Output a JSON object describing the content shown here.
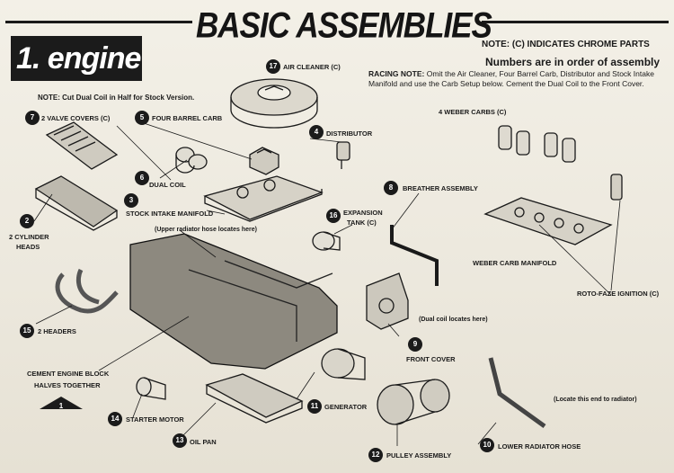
{
  "header": {
    "title": "BASIC ASSEMBLIES",
    "section": "1. engine",
    "chrome_note": "NOTE: (C) INDICATES CHROME PARTS",
    "order_note": "Numbers are in order of assembly"
  },
  "notes": {
    "dual_coil_prefix": "NOTE:",
    "dual_coil": "Cut Dual Coil in Half for Stock Version.",
    "racing_prefix": "RACING NOTE:",
    "racing": "Omit the Air Cleaner, Four Barrel Carb, Distributor and Stock Intake Manifold and use the Carb Setup below. Cement the Dual Coil to the Front Cover.",
    "upper_hose": "(Upper radiator hose locates here)",
    "dual_coil_locates": "(Dual coil locates here)",
    "locate_end": "(Locate this end to radiator)",
    "cement_line1": "CEMENT ENGINE BLOCK",
    "cement_line2": "HALVES TOGETHER"
  },
  "parts": [
    {
      "num": "17",
      "name": "AIR CLEANER (C)"
    },
    {
      "num": "7",
      "name": "2 VALVE COVERS (C)"
    },
    {
      "num": "5",
      "name": "FOUR BARREL CARB"
    },
    {
      "num": "4",
      "name": "DISTRIBUTOR"
    },
    {
      "num": "6",
      "name": "DUAL COIL"
    },
    {
      "num": "3",
      "name": "STOCK INTAKE MANIFOLD"
    },
    {
      "num": "2",
      "name": "2 CYLINDER"
    },
    {
      "num": "16",
      "name": "EXPANSION"
    },
    {
      "num": "8",
      "name": "BREATHER ASSEMBLY"
    },
    {
      "num": "15",
      "name": "2 HEADERS"
    },
    {
      "num": "9",
      "name": "FRONT COVER"
    },
    {
      "num": "11",
      "name": "GENERATOR"
    },
    {
      "num": "14",
      "name": "STARTER MOTOR"
    },
    {
      "num": "13",
      "name": "OIL PAN"
    },
    {
      "num": "12",
      "name": "PULLEY ASSEMBLY"
    },
    {
      "num": "10",
      "name": "LOWER RADIATOR HOSE"
    },
    {
      "num": "1",
      "name": ""
    }
  ],
  "part_extra": {
    "cylinder_heads": "HEADS",
    "expansion_tank": "TANK (C)"
  },
  "racing_parts": {
    "weber_carbs": "4 WEBER CARBS (C)",
    "weber_manifold": "WEBER CARB MANIFOLD",
    "roto_faze": "ROTO-FAZE IGNITION (C)"
  }
}
